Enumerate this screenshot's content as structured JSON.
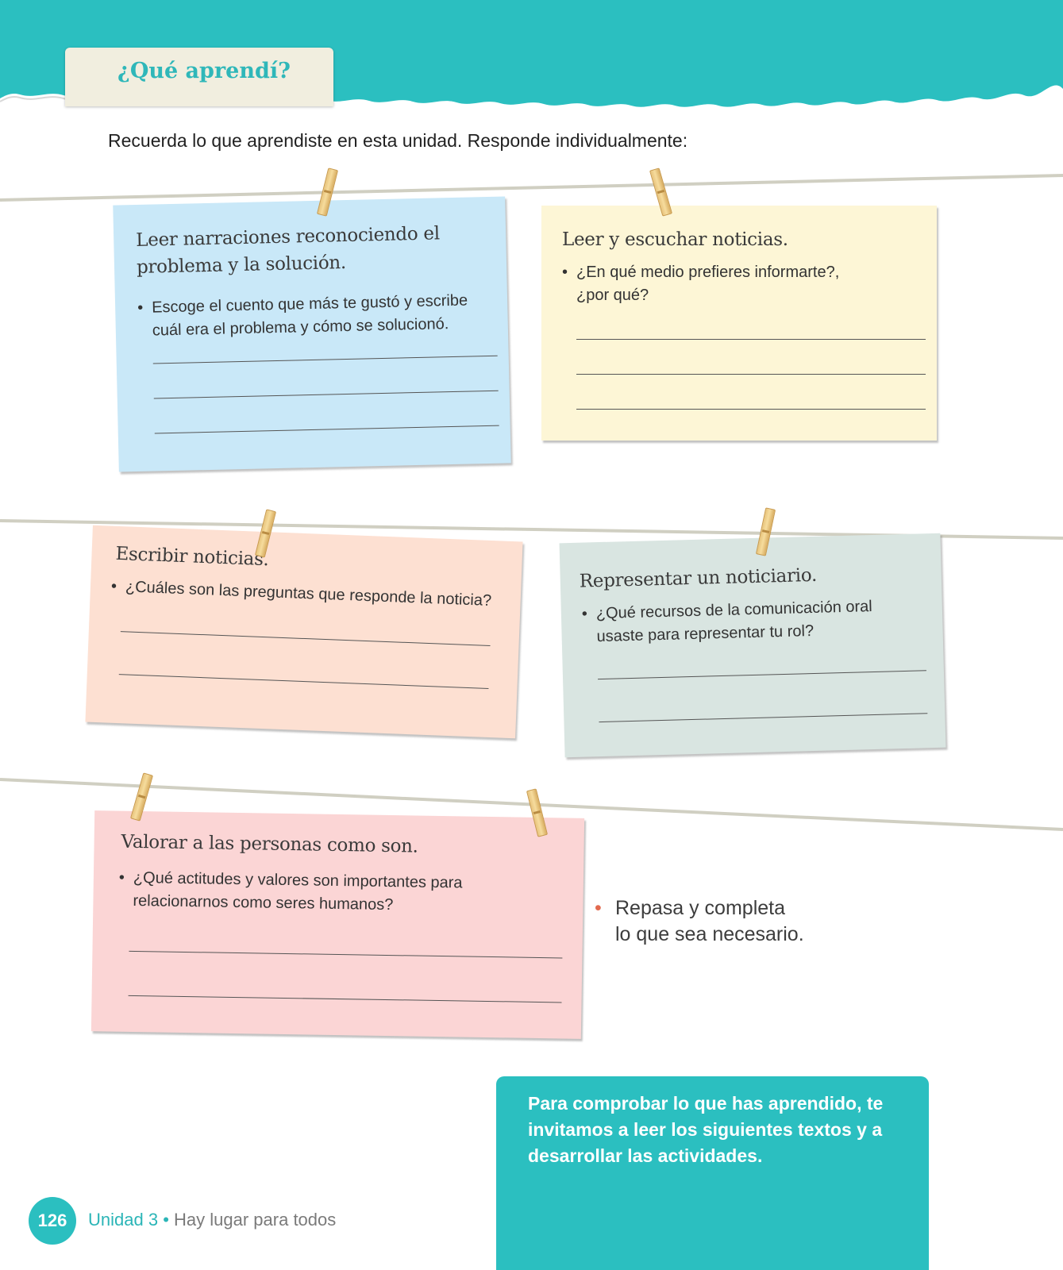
{
  "header": {
    "title": "¿Qué aprendí?"
  },
  "instruction": "Recuerda lo que aprendiste en esta unidad. Responde individualmente:",
  "cards": [
    {
      "title_line1": "Leer narraciones reconociendo el",
      "title_line2": "problema y la solución.",
      "bullet_line1": "Escoge el cuento que más te gustó y escribe",
      "bullet_line2": "cuál era el problema y cómo se solucionó."
    },
    {
      "title_line1": "Leer y escuchar noticias.",
      "bullet_line1": "¿En qué medio prefieres informarte?,",
      "bullet_line2": "¿por qué?"
    },
    {
      "title_line1": "Escribir noticias.",
      "bullet_line1": "¿Cuáles son las preguntas que responde la noticia?"
    },
    {
      "title_line1": "Representar un noticiario.",
      "bullet_line1": "¿Qué recursos de la comunicación oral",
      "bullet_line2": "usaste para representar tu rol?"
    },
    {
      "title_line1": "Valorar a las personas como son.",
      "bullet_line1": "¿Qué actitudes y valores son importantes para",
      "bullet_line2": "relacionarnos como seres humanos?"
    }
  ],
  "note": {
    "line1": "Repasa y completa",
    "line2": "lo que sea necesario."
  },
  "callout": "Para comprobar lo que has aprendido, te invitamos a leer los siguientes textos y a desarrollar las actividades.",
  "footer": {
    "page_number": "126",
    "unit": "Unidad 3",
    "separator": "•",
    "topic": "Hay lugar para todos"
  },
  "colors": {
    "teal": "#2bbfc0",
    "card_blue": "#c9e8f8",
    "card_yellow": "#fdf6d6",
    "card_peach": "#fde0d2",
    "card_grey": "#d9e5e1",
    "card_pink": "#fbd5d5"
  }
}
